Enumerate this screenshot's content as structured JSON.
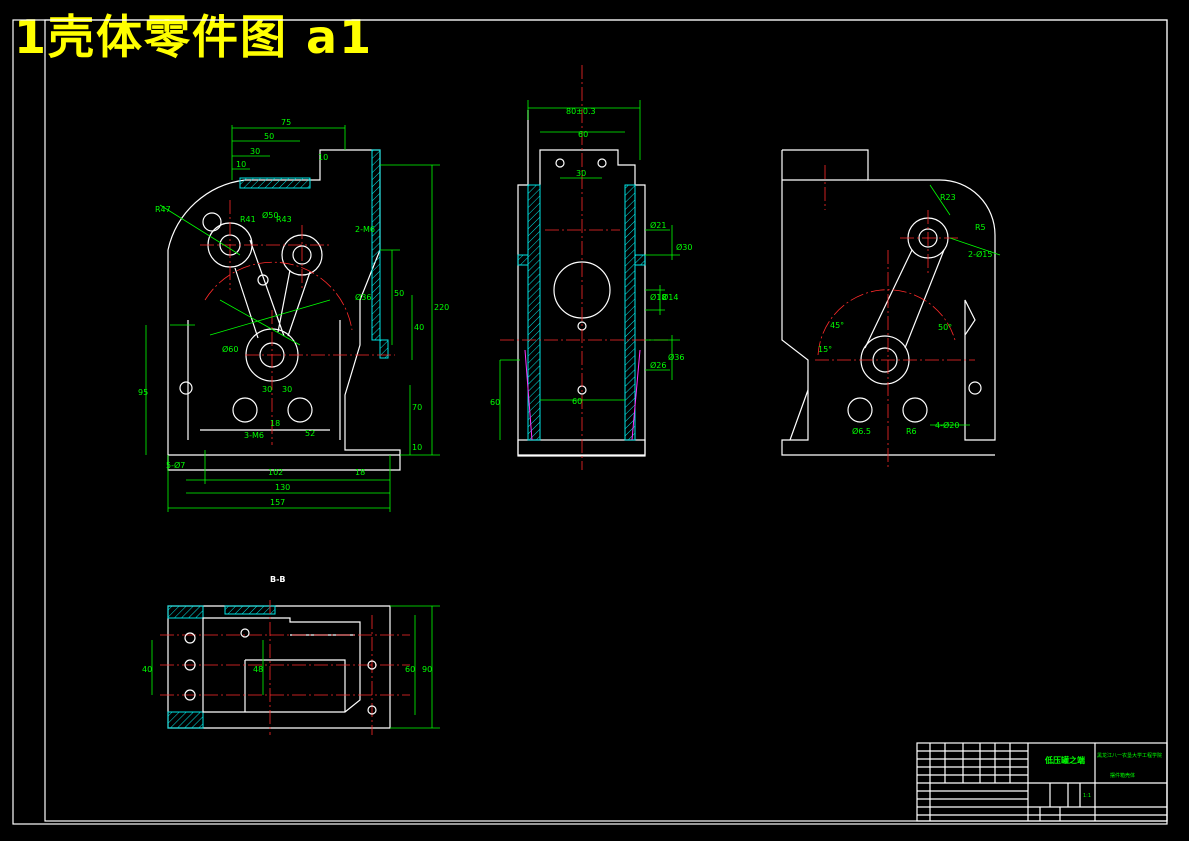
{
  "title": "1壳体零件图 a1",
  "colors": {
    "background": "#000000",
    "outline": "#ffffff",
    "dimension": "#00ff00",
    "center_line": "#ff2a2a",
    "section_hatch": "#00e5e5",
    "title_text": "#ffff00"
  },
  "front_view": {
    "dimensions": [
      "75",
      "50",
      "30",
      "10",
      "10",
      "R47",
      "R41",
      "R43",
      "2-M6",
      "Ø50",
      "Ø36",
      "Ø60",
      "50",
      "40",
      "220",
      "95",
      "70",
      "10",
      "30",
      "30",
      "52",
      "18",
      "3-M6",
      "5-Ø7",
      "102",
      "18",
      "130",
      "157"
    ]
  },
  "side_view": {
    "dimensions": [
      "80±0.3",
      "60",
      "30",
      "Ø21",
      "Ø30",
      "Ø18",
      "Ø14",
      "Ø26",
      "Ø36",
      "60",
      "60"
    ]
  },
  "right_view": {
    "dimensions": [
      "R23",
      "R5",
      "2-Ø15",
      "45°",
      "15°",
      "50°",
      "4-Ø20",
      "Ø6.5",
      "R6"
    ]
  },
  "section_view": {
    "label": "B-B",
    "dimensions": [
      "40",
      "48",
      "60",
      "90"
    ]
  },
  "title_block": {
    "part_name": "低压罐之端",
    "school": "黑龙江八一农垦大学工程学院",
    "drawing_name": "摆件箱壳体",
    "scale": "1:1"
  }
}
